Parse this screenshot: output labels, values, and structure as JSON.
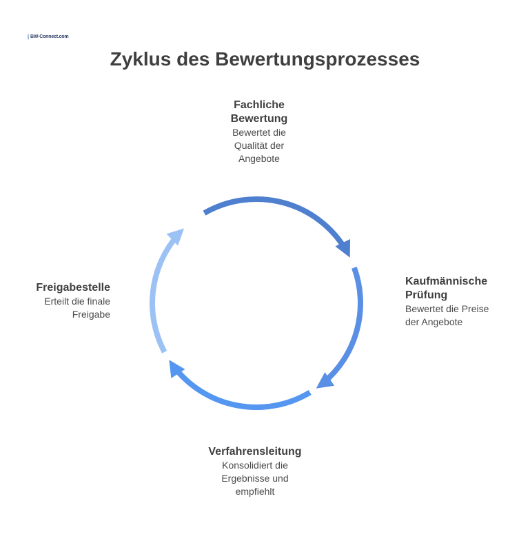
{
  "logo": {
    "text": "BW-Connect.com"
  },
  "title": "Zyklus des Bewertungsprozesses",
  "steps": [
    {
      "id": "top",
      "title_line1": "Fachliche",
      "title_line2": "Bewertung",
      "desc_line1": "Bewertet die",
      "desc_line2": "Qualität der",
      "desc_line3": "Angebote"
    },
    {
      "id": "right",
      "title_line1": "Kaufmännische",
      "title_line2": "Prüfung",
      "desc_line1": "Bewertet die Preise",
      "desc_line2": "der Angebote"
    },
    {
      "id": "bottom",
      "title_line1": "Verfahrensleitung",
      "desc_line1": "Konsolidiert die",
      "desc_line2": "Ergebnisse und",
      "desc_line3": "empfiehlt"
    },
    {
      "id": "left",
      "title_line1": "Freigabestelle",
      "desc_line1": "Erteilt die finale",
      "desc_line2": "Freigabe"
    }
  ],
  "colors": {
    "arc_top": "#4f7fcf",
    "arc_right": "#5a8fe6",
    "arc_bottom": "#5596f0",
    "arc_left": "#9cc2f5"
  }
}
